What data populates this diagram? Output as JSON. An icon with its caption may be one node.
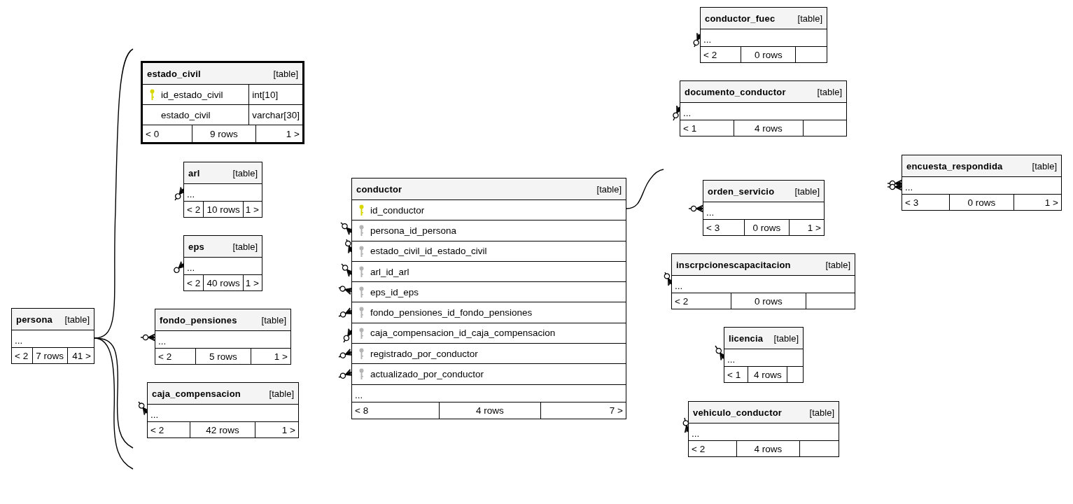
{
  "diagram": {
    "nodes": [
      {
        "text": [
          "persona",
          "[table]",
          "...",
          "< 2",
          "7 rows",
          "41 >"
        ]
      },
      {
        "text": [
          "estado_civil",
          "[table]",
          "id_estado_civil",
          "int[10]",
          "estado_civil",
          "varchar[30]",
          "< 0",
          "9 rows",
          "1 >"
        ]
      },
      {
        "text": [
          "arl",
          "[table]",
          "...",
          "< 2",
          "10 rows",
          "1 >"
        ]
      },
      {
        "text": [
          "eps",
          "[table]",
          "...",
          "< 2",
          "40 rows",
          "1 >"
        ]
      },
      {
        "text": [
          "fondo_pensiones",
          "[table]",
          "...",
          "< 2",
          "5 rows",
          "1 >"
        ]
      },
      {
        "text": [
          "caja_compensacion",
          "[table]",
          "...",
          "< 2",
          "42 rows",
          "1 >"
        ]
      },
      {
        "text": [
          "conductor",
          "[table]",
          "id_conductor",
          "persona_id_persona",
          "estado_civil_id_estado_civil",
          "arl_id_arl",
          "eps_id_eps",
          "fondo_pensiones_id_fondo_pensiones",
          "caja_compensacion_id_caja_compensacion",
          "registrado_por_conductor",
          "actualizado_por_conductor",
          "...",
          "< 8",
          "4 rows",
          "7 >"
        ]
      },
      {
        "text": [
          "conductor_fuec",
          "[table]",
          "...",
          "< 2",
          "0 rows"
        ]
      },
      {
        "text": [
          "documento_conductor",
          "[table]",
          "...",
          "< 1",
          "4 rows"
        ]
      },
      {
        "text": [
          "orden_servicio",
          "[table]",
          "...",
          "< 3",
          "0 rows",
          "1 >"
        ]
      },
      {
        "text": [
          "inscrpcionescapacitacion",
          "[table]",
          "...",
          "< 2",
          "0 rows"
        ]
      },
      {
        "text": [
          "licencia",
          "[table]",
          "...",
          "< 1",
          "4 rows"
        ]
      },
      {
        "text": [
          "vehiculo_conductor",
          "[table]",
          "...",
          "< 2",
          "4 rows"
        ]
      },
      {
        "text": [
          "encuesta_respondida",
          "[table]",
          "...",
          "< 3",
          "0 rows",
          "1 >"
        ]
      }
    ],
    "edges": [
      {
        "from": 0,
        "to": null,
        "arrow": "none"
      },
      {
        "from": 0,
        "to": null,
        "arrow": "none"
      },
      {
        "from": 0,
        "to": null,
        "arrow": "none"
      },
      {
        "from": 6,
        "to": null,
        "arrow": "none"
      },
      {
        "from": null,
        "to": 2,
        "arrow": "other"
      },
      {
        "from": null,
        "to": 3,
        "arrow": "other"
      },
      {
        "from": null,
        "to": 4,
        "arrow": "other"
      },
      {
        "from": null,
        "to": 5,
        "arrow": "other"
      },
      {
        "from": null,
        "to": 6,
        "arrow": "other"
      },
      {
        "from": null,
        "to": 6,
        "arrow": "other"
      },
      {
        "from": null,
        "to": 6,
        "arrow": "other"
      },
      {
        "from": null,
        "to": 6,
        "arrow": "other"
      },
      {
        "from": null,
        "to": 6,
        "arrow": "other"
      },
      {
        "from": null,
        "to": 6,
        "arrow": "other"
      },
      {
        "from": null,
        "to": 6,
        "arrow": "other"
      },
      {
        "from": null,
        "to": 6,
        "arrow": "other"
      },
      {
        "from": null,
        "to": 7,
        "arrow": "other"
      },
      {
        "from": null,
        "to": 8,
        "arrow": "other"
      },
      {
        "from": null,
        "to": 9,
        "arrow": "other"
      },
      {
        "from": null,
        "to": 10,
        "arrow": "other"
      },
      {
        "from": null,
        "to": 11,
        "arrow": "other"
      },
      {
        "from": null,
        "to": 12,
        "arrow": "other"
      },
      {
        "from": null,
        "to": 13,
        "arrow": "other"
      },
      {
        "from": null,
        "to": 13,
        "arrow": "other"
      }
    ]
  }
}
